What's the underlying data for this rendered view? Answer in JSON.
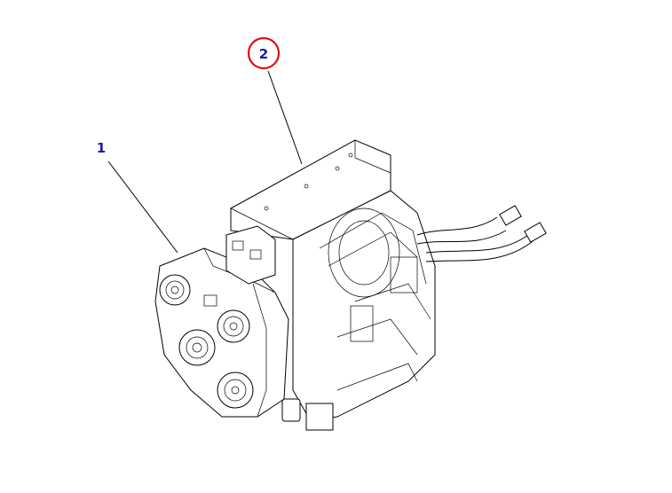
{
  "callouts": [
    {
      "id": "1",
      "label": "1",
      "highlighted": false
    },
    {
      "id": "2",
      "label": "2",
      "highlighted": true
    }
  ],
  "colors": {
    "callout_text": "#1a1ab0",
    "highlight_ring": "#dd1111",
    "line_art": "#000000",
    "background": "#ffffff"
  }
}
